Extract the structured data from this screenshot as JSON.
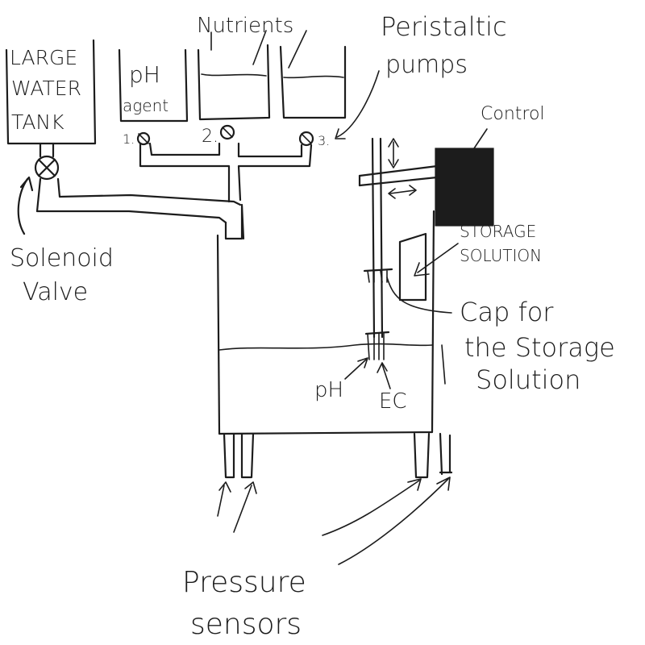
{
  "labels": {
    "large_water_tank": [
      "LARGE",
      "WATER",
      "TANK"
    ],
    "nutrients": "Nutrients",
    "peristaltic_pumps": [
      "Peristaltic",
      "pumps"
    ],
    "ph_agent": [
      "pH",
      "agent"
    ],
    "control": "Control",
    "solenoid_valve": [
      "Solenoid",
      "Valve"
    ],
    "storage_solution": [
      "STORAGE",
      "SOLUTION"
    ],
    "cap_for_storage_solution": [
      "Cap for",
      "the Storage",
      "Solution"
    ],
    "ph_probe": "pH",
    "ec_probe": "EC",
    "pressure_sensors": [
      "Pressure",
      "sensors"
    ],
    "pump_numbers": [
      "1.",
      "2.",
      "3."
    ]
  },
  "colors": {
    "ink": "#1c1c1c",
    "paper": "#ffffff"
  }
}
